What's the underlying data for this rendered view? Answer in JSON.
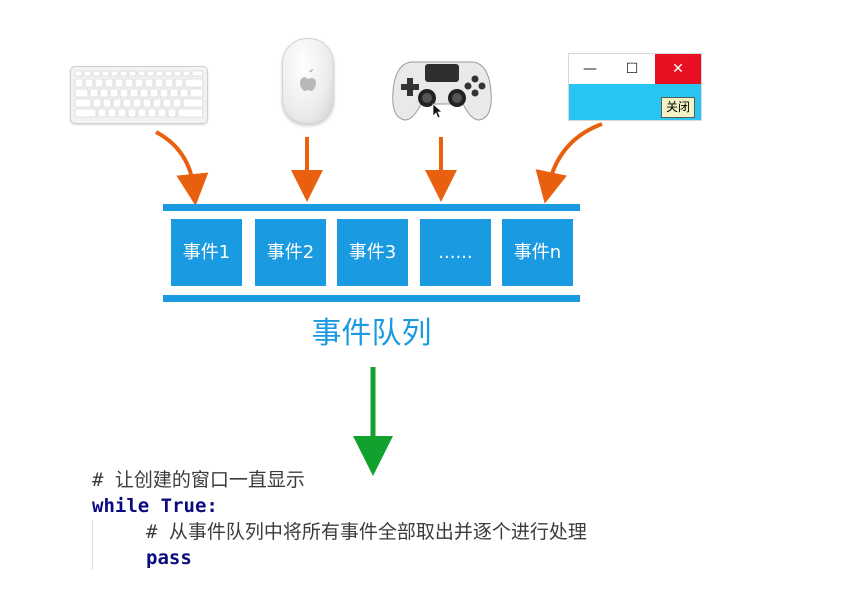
{
  "devices": {
    "keyboard": "keyboard-icon",
    "mouse": "mouse-icon",
    "gamepad": "gamepad-icon",
    "window": {
      "minimize_glyph": "—",
      "maximize_glyph": "☐",
      "close_glyph": "✕",
      "button_label": "关闭"
    }
  },
  "queue": {
    "events": [
      "事件1",
      "事件2",
      "事件3",
      "......",
      "事件n"
    ],
    "label": "事件队列"
  },
  "code": {
    "line1": "# 让创建的窗口一直显示",
    "line2": "while True:",
    "line3": "# 从事件队列中将所有事件全部取出并逐个进行处理",
    "line4": "pass"
  },
  "colors": {
    "accent": "#1a9ae0",
    "arrow_orange": "#e8600e",
    "arrow_green": "#12a12e",
    "window_client": "#29c5f2",
    "window_close": "#e81123"
  }
}
